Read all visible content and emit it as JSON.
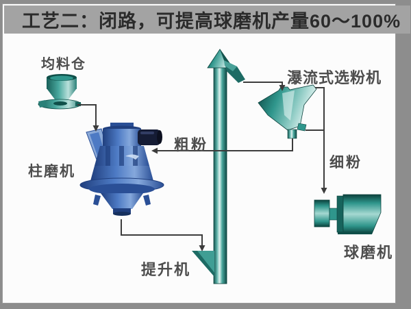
{
  "title": "工艺二：闭路，可提高球磨机产量60～100%",
  "labels": {
    "feed_bin": "均料仓",
    "separator": "瀑流式选粉机",
    "coarse_powder": "粗粉",
    "fine_powder": "细粉",
    "column_mill": "柱磨机",
    "elevator": "提升机",
    "ball_mill": "球磨机"
  },
  "colors": {
    "outer_background": "#8d8d8d",
    "title_bar_background": "#a3a3a3",
    "title_text": "#2b2b2b",
    "label_text": "#4d4d4d",
    "flow_line": "#3c3c3c",
    "teal_machine": "#2f968c",
    "teal_dark": "#0f4f49",
    "teal_light": "#8ecbc4",
    "blue_machine": "#4d7ac4",
    "blue_dark": "#203f7e",
    "motor_dark": "#151c35"
  }
}
